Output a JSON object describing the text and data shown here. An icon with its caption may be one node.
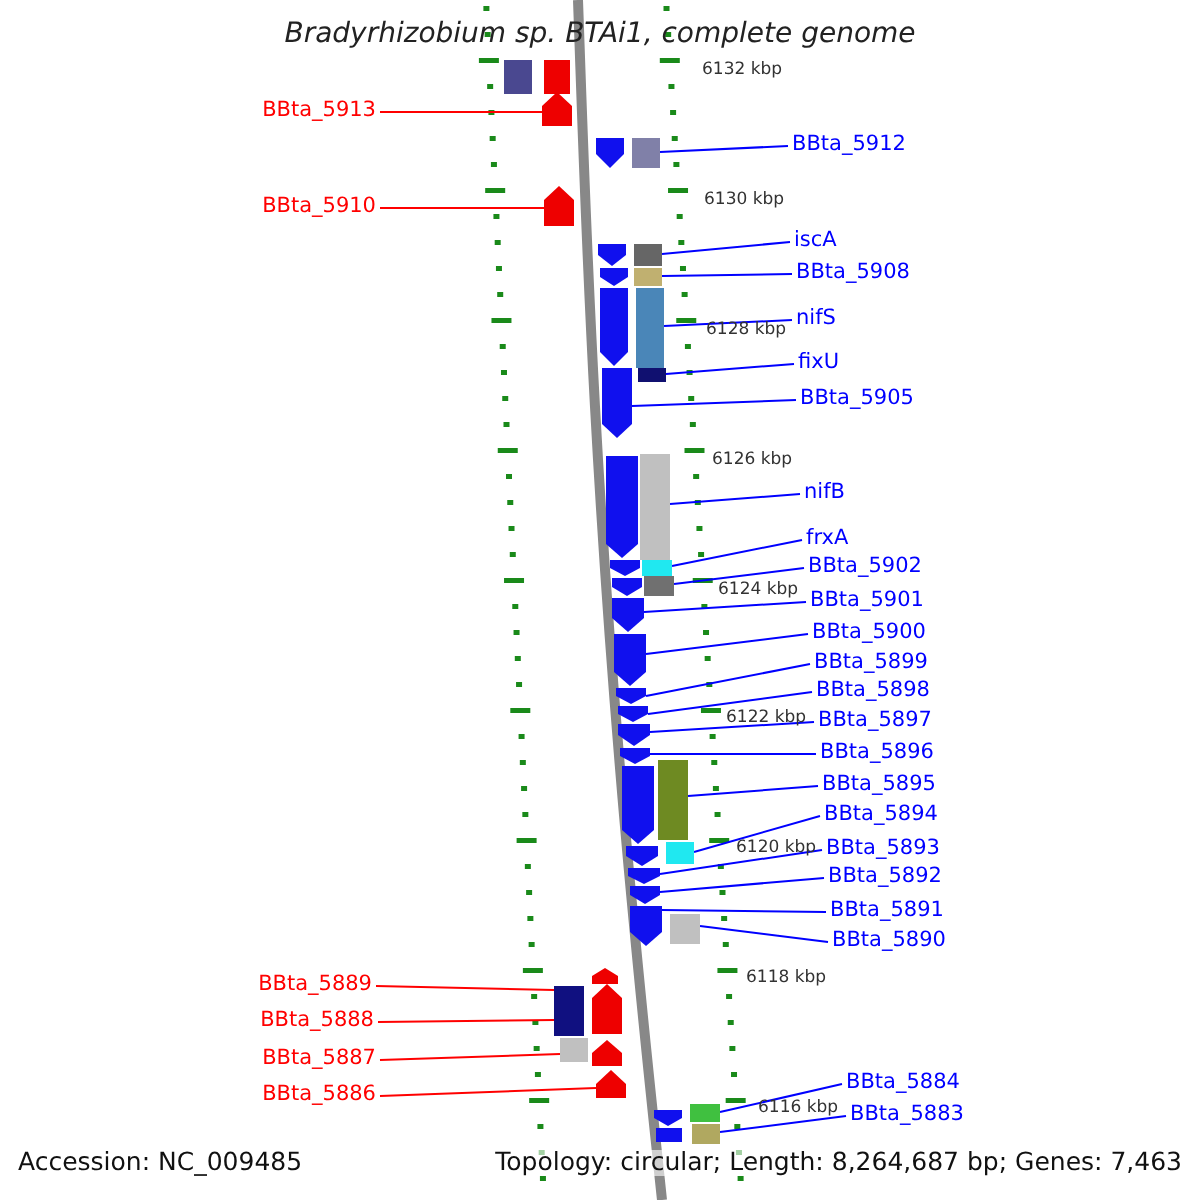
{
  "diagram": {
    "title": "Bradyrhizobium sp. BTAi1, complete genome",
    "nodes": [
      {
        "text": [
          "BBta_5913"
        ]
      },
      {
        "text": [
          "BBta_5910"
        ]
      },
      {
        "text": [
          "BBta_5889"
        ]
      },
      {
        "text": [
          "BBta_5888"
        ]
      },
      {
        "text": [
          "BBta_5887"
        ]
      },
      {
        "text": [
          "BBta_5886"
        ]
      },
      {
        "text": [
          "BBta_5912"
        ]
      },
      {
        "text": [
          "iscA"
        ]
      },
      {
        "text": [
          "BBta_5908"
        ]
      },
      {
        "text": [
          "nifS"
        ]
      },
      {
        "text": [
          "fixU"
        ]
      },
      {
        "text": [
          "BBta_5905"
        ]
      },
      {
        "text": [
          "nifB"
        ]
      },
      {
        "text": [
          "frxA"
        ]
      },
      {
        "text": [
          "BBta_5902"
        ]
      },
      {
        "text": [
          "BBta_5901"
        ]
      },
      {
        "text": [
          "BBta_5900"
        ]
      },
      {
        "text": [
          "BBta_5899"
        ]
      },
      {
        "text": [
          "BBta_5898"
        ]
      },
      {
        "text": [
          "BBta_5897"
        ]
      },
      {
        "text": [
          "BBta_5896"
        ]
      },
      {
        "text": [
          "BBta_5895"
        ]
      },
      {
        "text": [
          "BBta_5894"
        ]
      },
      {
        "text": [
          "BBta_5893"
        ]
      },
      {
        "text": [
          "BBta_5892"
        ]
      },
      {
        "text": [
          "BBta_5891"
        ]
      },
      {
        "text": [
          "BBta_5890"
        ]
      },
      {
        "text": [
          "BBta_5884"
        ]
      },
      {
        "text": [
          "BBta_5883"
        ]
      },
      {
        "text": [],
        "shape": "pentagon"
      },
      {
        "text": [],
        "shape": "box"
      },
      {
        "text": [],
        "shape": "pentagon"
      },
      {
        "text": [],
        "shape": "box"
      },
      {
        "text": [],
        "shape": "box"
      },
      {
        "text": [],
        "shape": "box"
      },
      {
        "text": [],
        "shape": "box"
      },
      {
        "text": [],
        "shape": "pentagon"
      },
      {
        "text": [],
        "shape": "box"
      },
      {
        "text": [],
        "shape": "box"
      },
      {
        "text": [],
        "shape": "box"
      },
      {
        "text": [],
        "shape": "pentagon"
      },
      {
        "text": [],
        "shape": "pentagon"
      },
      {
        "text": [],
        "shape": "pentagon"
      },
      {
        "text": [],
        "shape": "pentagon"
      },
      {
        "text": [],
        "shape": "pentagon"
      },
      {
        "text": [],
        "shape": "pentagon"
      },
      {
        "text": [],
        "shape": "box"
      },
      {
        "text": [],
        "shape": "box"
      },
      {
        "text": [],
        "shape": "pentagon"
      },
      {
        "text": [],
        "shape": "pentagon"
      },
      {
        "text": [],
        "shape": "pentagon"
      },
      {
        "text": [],
        "shape": "box"
      },
      {
        "text": [],
        "shape": "box"
      },
      {
        "text": [],
        "shape": "box"
      },
      {
        "text": [],
        "shape": "pentagon"
      },
      {
        "text": [],
        "shape": "box"
      },
      {
        "text": [],
        "shape": "box"
      },
      {
        "text": [],
        "shape": "box"
      },
      {
        "text": [],
        "shape": "box"
      },
      {
        "text": [],
        "shape": "pentagon"
      },
      {
        "text": [],
        "shape": "pentagon"
      },
      {
        "text": [],
        "shape": "pentagon"
      },
      {
        "text": [],
        "shape": "pentagon"
      },
      {
        "text": [],
        "shape": "pentagon"
      },
      {
        "text": [],
        "shape": "pentagon"
      },
      {
        "text": [],
        "shape": "pentagon"
      },
      {
        "text": [],
        "shape": "pentagon"
      },
      {
        "text": [],
        "shape": "pentagon"
      },
      {
        "text": [],
        "shape": "pentagon"
      },
      {
        "text": [],
        "shape": "pentagon"
      },
      {
        "text": [],
        "shape": "pentagon"
      },
      {
        "text": [],
        "shape": "pentagon"
      },
      {
        "text": [],
        "shape": "box"
      }
    ],
    "edges": [
      {
        "from": 0,
        "to": 29,
        "arrow": "none",
        "color": "#ff0000"
      },
      {
        "from": 1,
        "to": 31,
        "arrow": "none",
        "color": "#ff0000"
      },
      {
        "from": 2,
        "to": 52,
        "arrow": "none",
        "color": "#ff0000"
      },
      {
        "from": 3,
        "to": 52,
        "arrow": "none",
        "color": "#ff0000"
      },
      {
        "from": 4,
        "to": 53,
        "arrow": "none",
        "color": "#ff0000"
      },
      {
        "from": 5,
        "to": 54,
        "arrow": "none",
        "color": "#ff0000"
      },
      {
        "from": 6,
        "to": 30,
        "arrow": "none"
      },
      {
        "from": 7,
        "to": 32,
        "arrow": "none"
      },
      {
        "from": 8,
        "to": 33,
        "arrow": "none"
      },
      {
        "from": 9,
        "to": 34,
        "arrow": "none"
      },
      {
        "from": 10,
        "to": 35,
        "arrow": "none"
      },
      {
        "from": 11,
        "to": 36,
        "arrow": "none"
      },
      {
        "from": 12,
        "to": 37,
        "arrow": "none"
      },
      {
        "from": 13,
        "to": 38,
        "arrow": "none"
      },
      {
        "from": 14,
        "to": 39,
        "arrow": "none"
      },
      {
        "from": 15,
        "to": 40,
        "arrow": "none"
      },
      {
        "from": 16,
        "to": 41,
        "arrow": "none"
      },
      {
        "from": 17,
        "to": 42,
        "arrow": "none"
      },
      {
        "from": 18,
        "to": 43,
        "arrow": "none"
      },
      {
        "from": 19,
        "to": 44,
        "arrow": "none"
      },
      {
        "from": 20,
        "to": 45,
        "arrow": "none"
      },
      {
        "from": 21,
        "to": 46,
        "arrow": "none"
      },
      {
        "from": 22,
        "to": 47,
        "arrow": "none"
      },
      {
        "from": 23,
        "to": 48,
        "arrow": "none"
      },
      {
        "from": 24,
        "to": 49,
        "arrow": "none"
      },
      {
        "from": 25,
        "to": 50,
        "arrow": "none"
      },
      {
        "from": 26,
        "to": 51,
        "arrow": "none"
      },
      {
        "from": 27,
        "to": 55,
        "arrow": "none"
      },
      {
        "from": 28,
        "to": 56,
        "arrow": "none"
      }
    ],
    "labels": [
      "6132 kbp",
      "6130 kbp",
      "6128 kbp",
      "6126 kbp",
      "6124 kbp",
      "6122 kbp",
      "6120 kbp",
      "6118 kbp",
      "6116 kbp",
      "Accession: NC_009485",
      "Topology: circular; Length: 8,264,687 bp; Genes: 7,463"
    ]
  }
}
